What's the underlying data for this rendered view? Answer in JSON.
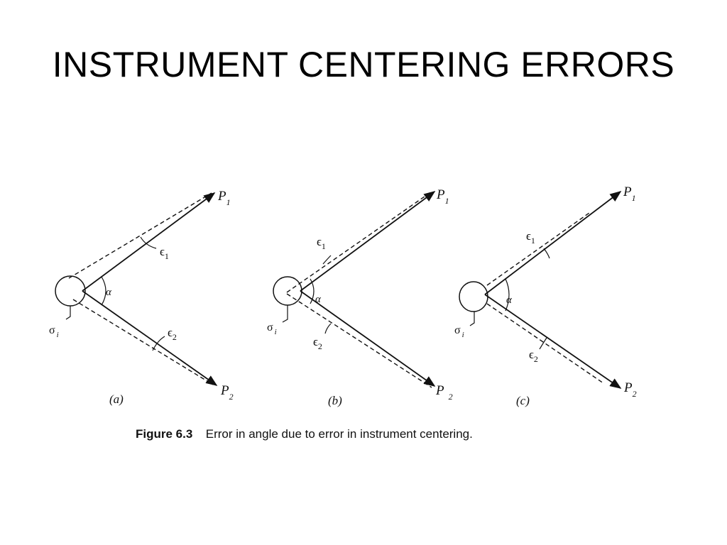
{
  "slide": {
    "title": "INSTRUMENT CENTERING ERRORS"
  },
  "figure": {
    "caption_label": "Figure 6.3",
    "caption_text": "Error in angle due to error in instrument centering.",
    "panels": [
      {
        "id": "a",
        "tag": "(a)",
        "p1": "P",
        "p1_sub": "1",
        "p2": "P",
        "p2_sub": "2",
        "e1": "ϵ",
        "e1_sub": "1",
        "e2": "ϵ",
        "e2_sub": "2",
        "alpha": "α",
        "sigma": "σ",
        "sigma_sub": "i"
      },
      {
        "id": "b",
        "tag": "(b)",
        "p1": "P",
        "p1_sub": "1",
        "p2": "P",
        "p2_sub": "2",
        "e1": "ϵ",
        "e1_sub": "1",
        "e2": "ϵ",
        "e2_sub": "2",
        "alpha": "α",
        "sigma": "σ",
        "sigma_sub": "i"
      },
      {
        "id": "c",
        "tag": "(c)",
        "p1": "P",
        "p1_sub": "1",
        "p2": "P",
        "p2_sub": "2",
        "e1": "ϵ",
        "e1_sub": "1",
        "e2": "ϵ",
        "e2_sub": "2",
        "alpha": "α",
        "sigma": "σ",
        "sigma_sub": "i"
      }
    ]
  }
}
